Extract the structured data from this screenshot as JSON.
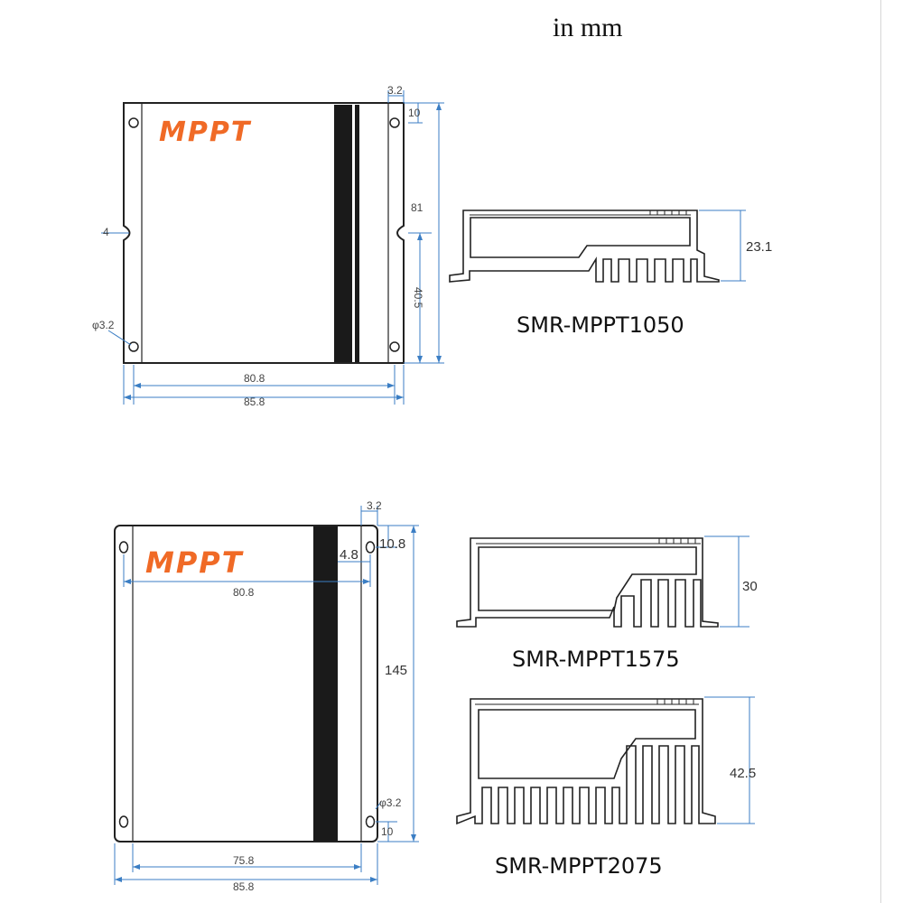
{
  "title": "in mm",
  "colors": {
    "dimension": "#3b7ec4",
    "logo": "#f06a26",
    "outline": "#222222"
  },
  "drawing_1050": {
    "logo": "MPPT",
    "model": "SMR-MPPT1050",
    "dims": {
      "hole_offset": "3.2",
      "top_edge": "10",
      "upper_height": "81",
      "notch_depth": "4",
      "lower_height": "40.5",
      "hole_diameter": "φ3.2",
      "inner_width": "80.8",
      "outer_width": "85.8",
      "profile_height": "23.1"
    }
  },
  "drawing_1575": {
    "logo": "MPPT",
    "model": "SMR-MPPT1575",
    "dims": {
      "hole_offset": "3.2",
      "top_edge": "10.8",
      "slot_offset": "4.8",
      "hole_span": "80.8",
      "total_height": "145",
      "hole_diameter": "φ3.2",
      "bottom_edge": "10",
      "inner_width": "75.8",
      "outer_width": "85.8",
      "profile_height": "30"
    }
  },
  "drawing_2075": {
    "model": "SMR-MPPT2075",
    "dims": {
      "profile_height": "42.5"
    }
  }
}
